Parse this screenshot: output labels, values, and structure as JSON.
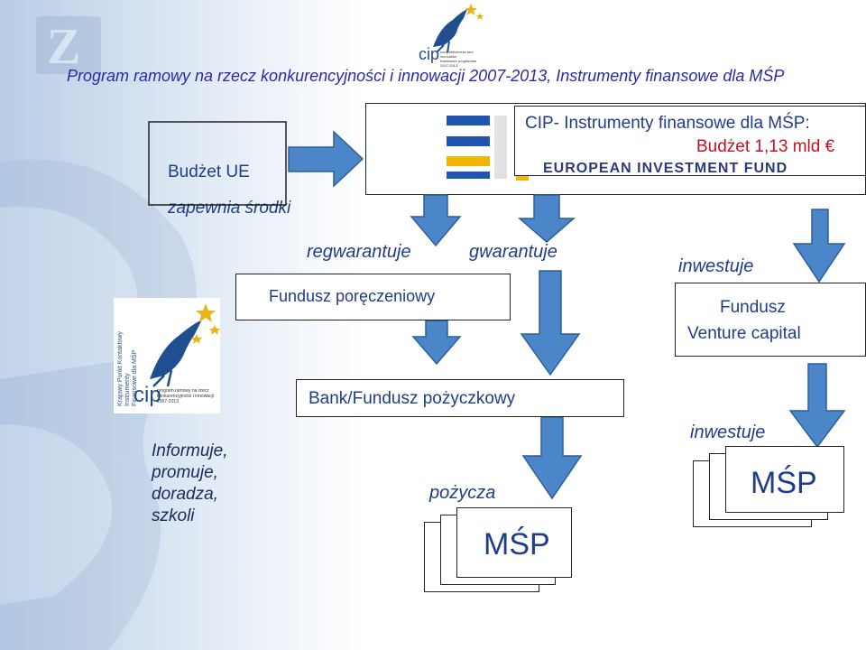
{
  "title": "Program ramowy na rzecz konkurencyjności i innowacji 2007-2013, Instrumenty finansowe dla MŚP",
  "budget_box": {
    "line1": "Budżet UE",
    "line2": "zapewnia środki"
  },
  "eif_box": {
    "heading": "CIP- Instrumenty finansowe dla MŚP:",
    "budget": "Budżet 1,13 mld €",
    "fund_name": "EUROPEAN INVESTMENT FUND"
  },
  "labels": {
    "regwarantuje": "regwarantuje",
    "gwarantuje": "gwarantuje",
    "inwestuje_top": "inwestuje",
    "inwestuje_bottom": "inwestuje",
    "pozycza": "pożycza",
    "informuje": [
      "Informuje,",
      "promuje,",
      "doradza,",
      "szkoli"
    ]
  },
  "fundusz_poreczeniowy": "Fundusz poręczeniowy",
  "venture": {
    "line1": "Fundusz",
    "line2": "Venture capital"
  },
  "bank_fundusz": "Bank/Fundusz pożyczkowy",
  "msp_left": "MŚP",
  "msp_right": "MŚP",
  "cip_logo_top": {
    "word": "cip",
    "caption": [
      "competitiveness and innovation",
      "framework programme",
      "2007-2013"
    ]
  },
  "cip_logo_side": {
    "vertical": [
      "Krajowy Punkt Kontaktowy",
      "Instrumenty",
      "Finansowe dla MŚP"
    ],
    "word": "cip",
    "caption": [
      "program ramowy na rzecz",
      "konkurencyjności i innowacji",
      "2007-2013"
    ]
  },
  "colors": {
    "arrow": "#4a86c8",
    "arrow_stroke": "#2f5f9a",
    "title": "#2a2aa8",
    "text_blue": "#1f3d8a",
    "red": "#c2121e"
  },
  "icons": {
    "arrow": "arrow-icon",
    "star": "star-icon",
    "gazelle": "gazelle-icon",
    "eif_logo": "eif-logo-icon",
    "bg_logo": "bank-logo-icon"
  }
}
